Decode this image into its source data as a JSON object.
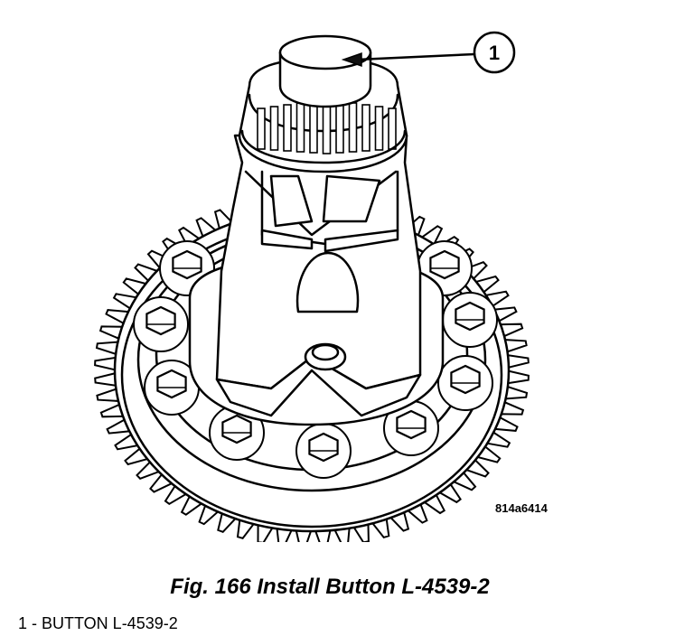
{
  "figure_id": "814a6414",
  "caption": "Fig. 166 Install Button L-4539-2",
  "callouts": [
    {
      "number": "1",
      "text": "1 - BUTTON L-4539-2"
    }
  ]
}
